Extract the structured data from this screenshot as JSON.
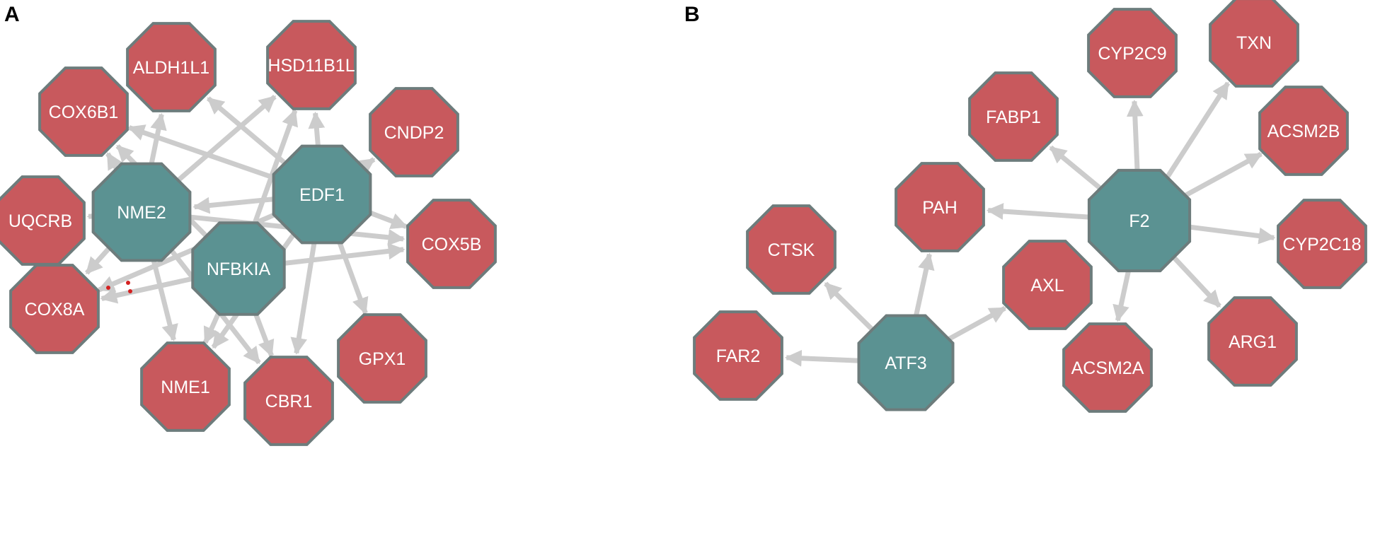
{
  "colors": {
    "target": "#c8595d",
    "hub": "#5b9292",
    "stroke": "#6d7c7c",
    "edge": "#cccccc",
    "dot": "#d42020"
  },
  "panels": [
    {
      "letter": "A",
      "nodes": [
        {
          "id": "NME2",
          "label": "NME2",
          "role": "hub"
        },
        {
          "id": "EDF1",
          "label": "EDF1",
          "role": "hub"
        },
        {
          "id": "NFBKIA",
          "label": "NFBKIA",
          "role": "hub"
        },
        {
          "id": "ALDH1L1",
          "label": "ALDH1L1",
          "role": "target"
        },
        {
          "id": "HSD11B1L",
          "label": "HSD11B1L",
          "role": "target"
        },
        {
          "id": "COX6B1",
          "label": "COX6B1",
          "role": "target"
        },
        {
          "id": "CNDP2",
          "label": "CNDP2",
          "role": "target"
        },
        {
          "id": "UQCRB",
          "label": "UQCRB",
          "role": "target"
        },
        {
          "id": "COX5B",
          "label": "COX5B",
          "role": "target"
        },
        {
          "id": "COX8A",
          "label": "COX8A",
          "role": "target"
        },
        {
          "id": "GPX1",
          "label": "GPX1",
          "role": "target"
        },
        {
          "id": "NME1",
          "label": "NME1",
          "role": "target"
        },
        {
          "id": "CBR1",
          "label": "CBR1",
          "role": "target"
        }
      ],
      "edges": [
        [
          "NME2",
          "ALDH1L1"
        ],
        [
          "NME2",
          "HSD11B1L"
        ],
        [
          "NME2",
          "COX6B1"
        ],
        [
          "NME2",
          "UQCRB"
        ],
        [
          "NME2",
          "COX5B"
        ],
        [
          "NME2",
          "COX8A"
        ],
        [
          "NME2",
          "NME1"
        ],
        [
          "NME2",
          "CBR1"
        ],
        [
          "EDF1",
          "HSD11B1L"
        ],
        [
          "EDF1",
          "CNDP2"
        ],
        [
          "EDF1",
          "COX5B"
        ],
        [
          "EDF1",
          "GPX1"
        ],
        [
          "EDF1",
          "CBR1"
        ],
        [
          "EDF1",
          "NME1"
        ],
        [
          "EDF1",
          "COX8A"
        ],
        [
          "EDF1",
          "NME2"
        ],
        [
          "EDF1",
          "COX6B1"
        ],
        [
          "EDF1",
          "ALDH1L1"
        ],
        [
          "NFBKIA",
          "HSD11B1L"
        ],
        [
          "NFBKIA",
          "COX5B"
        ],
        [
          "NFBKIA",
          "COX8A"
        ],
        [
          "NFBKIA",
          "NME1"
        ],
        [
          "NFBKIA",
          "CBR1"
        ],
        [
          "NFBKIA",
          "COX6B1"
        ]
      ]
    },
    {
      "letter": "B",
      "nodes": [
        {
          "id": "F2",
          "label": "F2",
          "role": "hub"
        },
        {
          "id": "ATF3",
          "label": "ATF3",
          "role": "hub"
        },
        {
          "id": "CYP2C9",
          "label": "CYP2C9",
          "role": "target"
        },
        {
          "id": "TXN",
          "label": "TXN",
          "role": "target"
        },
        {
          "id": "FABP1",
          "label": "FABP1",
          "role": "target"
        },
        {
          "id": "ACSM2B",
          "label": "ACSM2B",
          "role": "target"
        },
        {
          "id": "PAH",
          "label": "PAH",
          "role": "target"
        },
        {
          "id": "CTSK",
          "label": "CTSK",
          "role": "target"
        },
        {
          "id": "CYP2C18",
          "label": "CYP2C18",
          "role": "target"
        },
        {
          "id": "AXL",
          "label": "AXL",
          "role": "target"
        },
        {
          "id": "ARG1",
          "label": "ARG1",
          "role": "target"
        },
        {
          "id": "FAR2",
          "label": "FAR2",
          "role": "target"
        },
        {
          "id": "ACSM2A",
          "label": "ACSM2A",
          "role": "target"
        }
      ],
      "edges": [
        [
          "F2",
          "CYP2C9"
        ],
        [
          "F2",
          "TXN"
        ],
        [
          "F2",
          "FABP1"
        ],
        [
          "F2",
          "ACSM2B"
        ],
        [
          "F2",
          "PAH"
        ],
        [
          "F2",
          "CYP2C18"
        ],
        [
          "F2",
          "ARG1"
        ],
        [
          "F2",
          "ACSM2A"
        ],
        [
          "ATF3",
          "CTSK"
        ],
        [
          "ATF3",
          "PAH"
        ],
        [
          "ATF3",
          "AXL"
        ],
        [
          "ATF3",
          "FAR2"
        ]
      ]
    }
  ]
}
